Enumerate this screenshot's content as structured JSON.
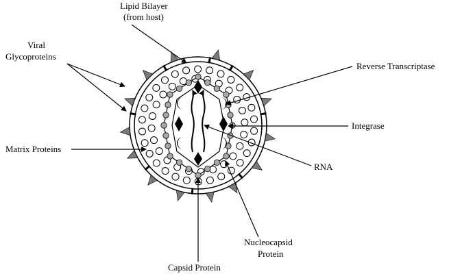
{
  "labels": {
    "lipid_bilayer_1": "Lipid Bilayer",
    "lipid_bilayer_2": "(from host)",
    "viral_glyco_1": "Viral",
    "viral_glyco_2": "Glycoproteins",
    "reverse_transcriptase": "Reverse Transcriptase",
    "integrase": "Integrase",
    "matrix_proteins": "Matrix Proteins",
    "rna": "RNA",
    "nucleocapsid_1": "Nucleocapsid",
    "nucleocapsid_2": "Protein",
    "capsid_protein": "Capsid Protein"
  },
  "colors": {
    "line": "#000000",
    "spike": "#7a7a7a",
    "capsid_dot": "#a8a8a8",
    "background": "#ffffff"
  }
}
